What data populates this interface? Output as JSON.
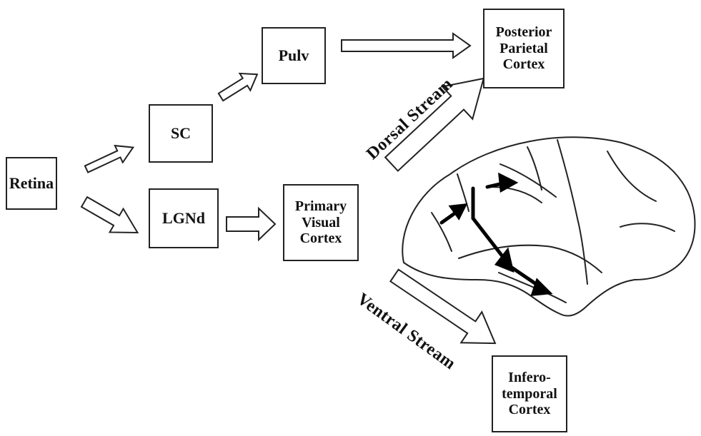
{
  "nodes": {
    "retina": "Retina",
    "sc": "SC",
    "lgnd": "LGNd",
    "pulv": "Pulv",
    "v1": "Primary\nVisual\nCortex",
    "ppc": "Posterior\nParietal\nCortex",
    "it": "Infero-\ntemporal\nCortex"
  },
  "streams": {
    "dorsal": "Dorsal Stream",
    "ventral": "Ventral Stream"
  },
  "edges": [
    {
      "from": "Retina",
      "to": "SC"
    },
    {
      "from": "Retina",
      "to": "LGNd"
    },
    {
      "from": "SC",
      "to": "Pulv"
    },
    {
      "from": "Pulv",
      "to": "Posterior Parietal Cortex"
    },
    {
      "from": "LGNd",
      "to": "Primary Visual Cortex"
    },
    {
      "from": "Primary Visual Cortex",
      "to": "Posterior Parietal Cortex"
    },
    {
      "from": "Primary Visual Cortex",
      "to": "Inferotemporal Cortex"
    }
  ],
  "illustration": "brain-lateral-view"
}
